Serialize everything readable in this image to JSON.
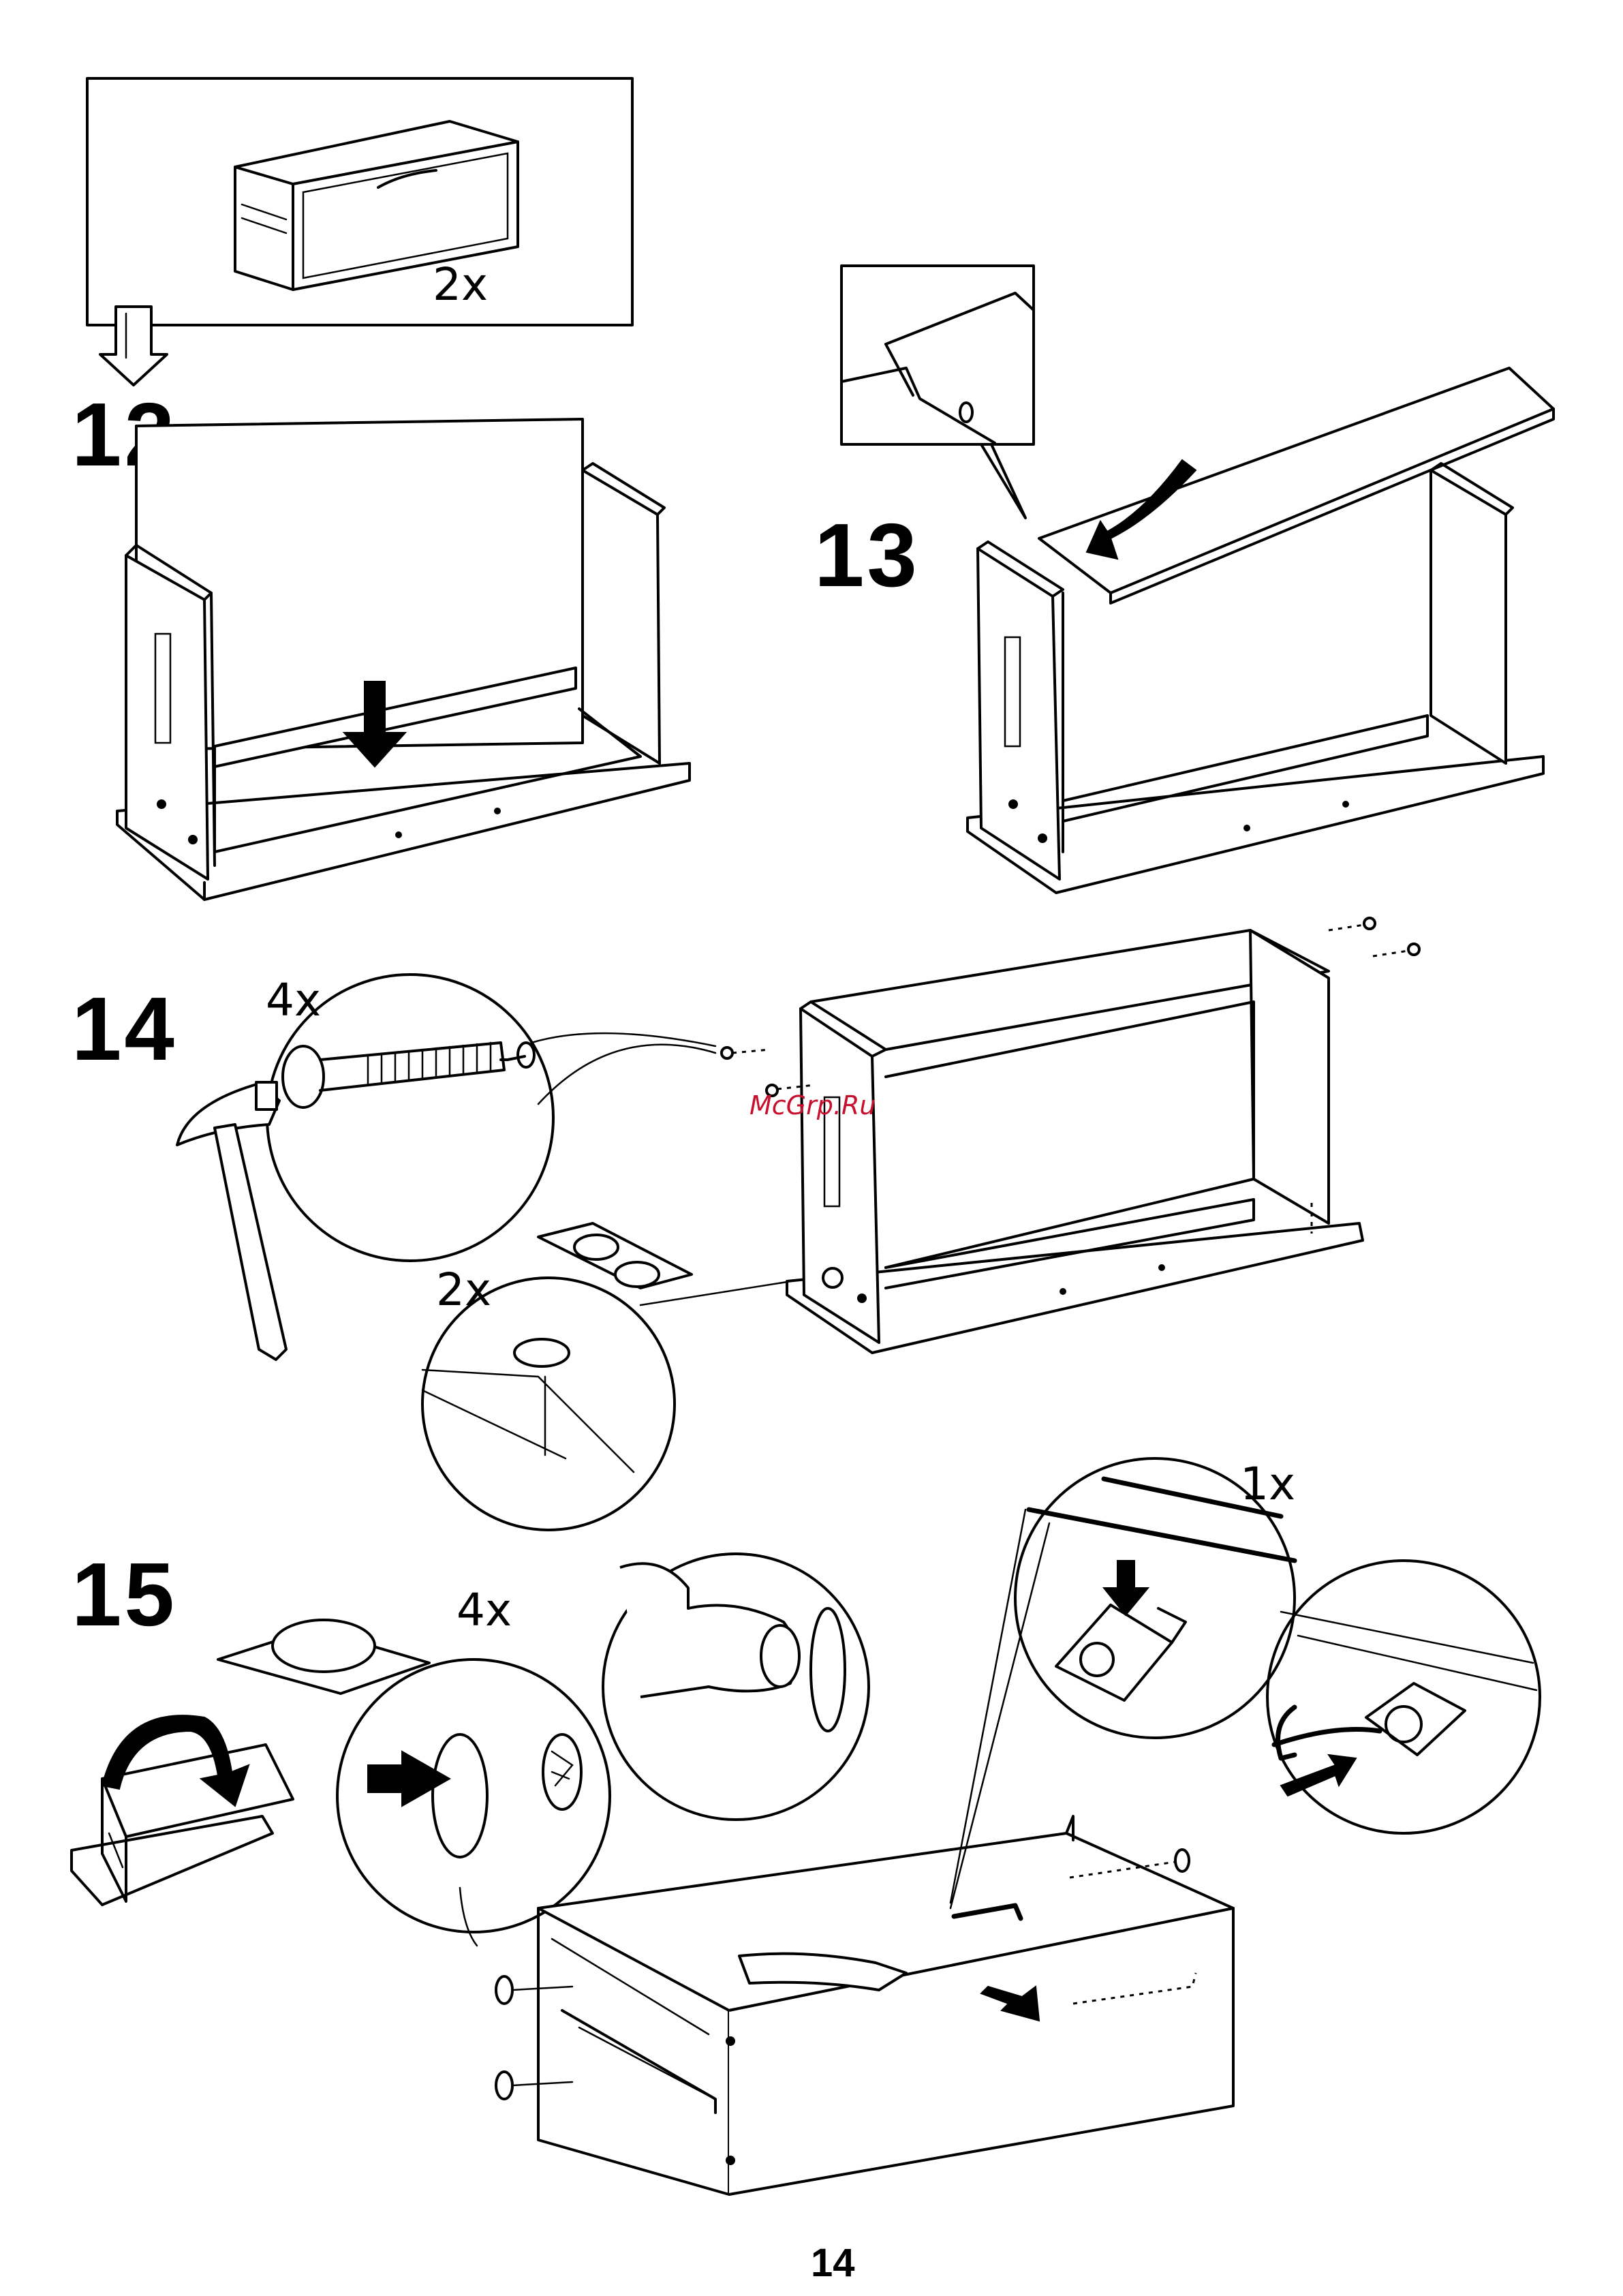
{
  "steps": {
    "s12": {
      "number": "12",
      "qty": "2x"
    },
    "s13": {
      "number": "13"
    },
    "s14": {
      "number": "14",
      "qty_dowel": "4x",
      "qty_pad": "2x"
    },
    "s15": {
      "number": "15",
      "qty_pad": "4x",
      "qty_bracket": "1x"
    }
  },
  "watermark": "McGrp.Ru",
  "page_number": "14",
  "colors": {
    "line": "#000000",
    "paper": "#ffffff",
    "watermark": "#c8102e"
  },
  "icons": [
    "hollow-down-arrow-icon",
    "solid-arrow-icon",
    "curved-arrow-icon",
    "hammer-icon",
    "screwdriver-icon",
    "hand-icon"
  ]
}
